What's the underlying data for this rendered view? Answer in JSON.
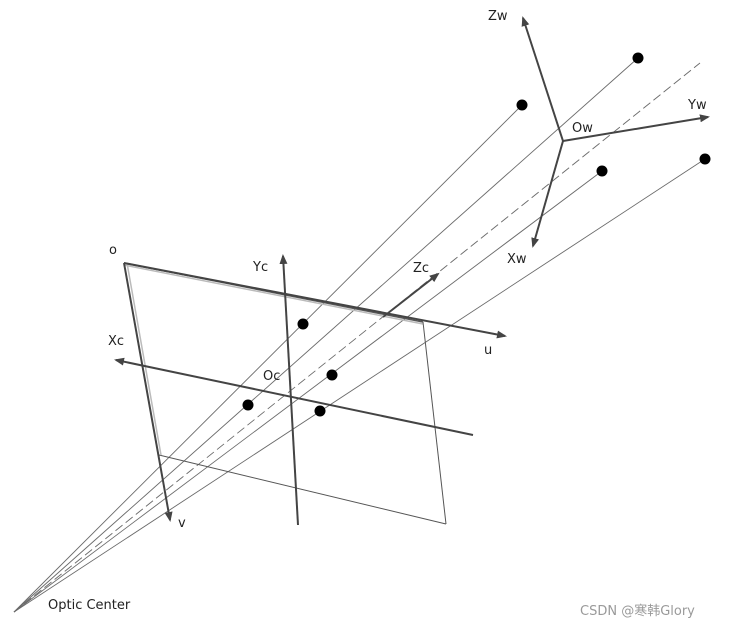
{
  "labels": {
    "o": "o",
    "u": "u",
    "v": "v",
    "xc": "Xc",
    "yc": "Yc",
    "zc": "Zc",
    "oc": "Oc",
    "zw": "Zw",
    "yw": "Yw",
    "xw": "Xw",
    "ow": "Ow",
    "optic_center": "Optic Center"
  },
  "watermark": "CSDN @寒韩Glory",
  "colors": {
    "axis": "#444444",
    "ray": "#666666",
    "plane": "#555555",
    "point": "#000000"
  }
}
